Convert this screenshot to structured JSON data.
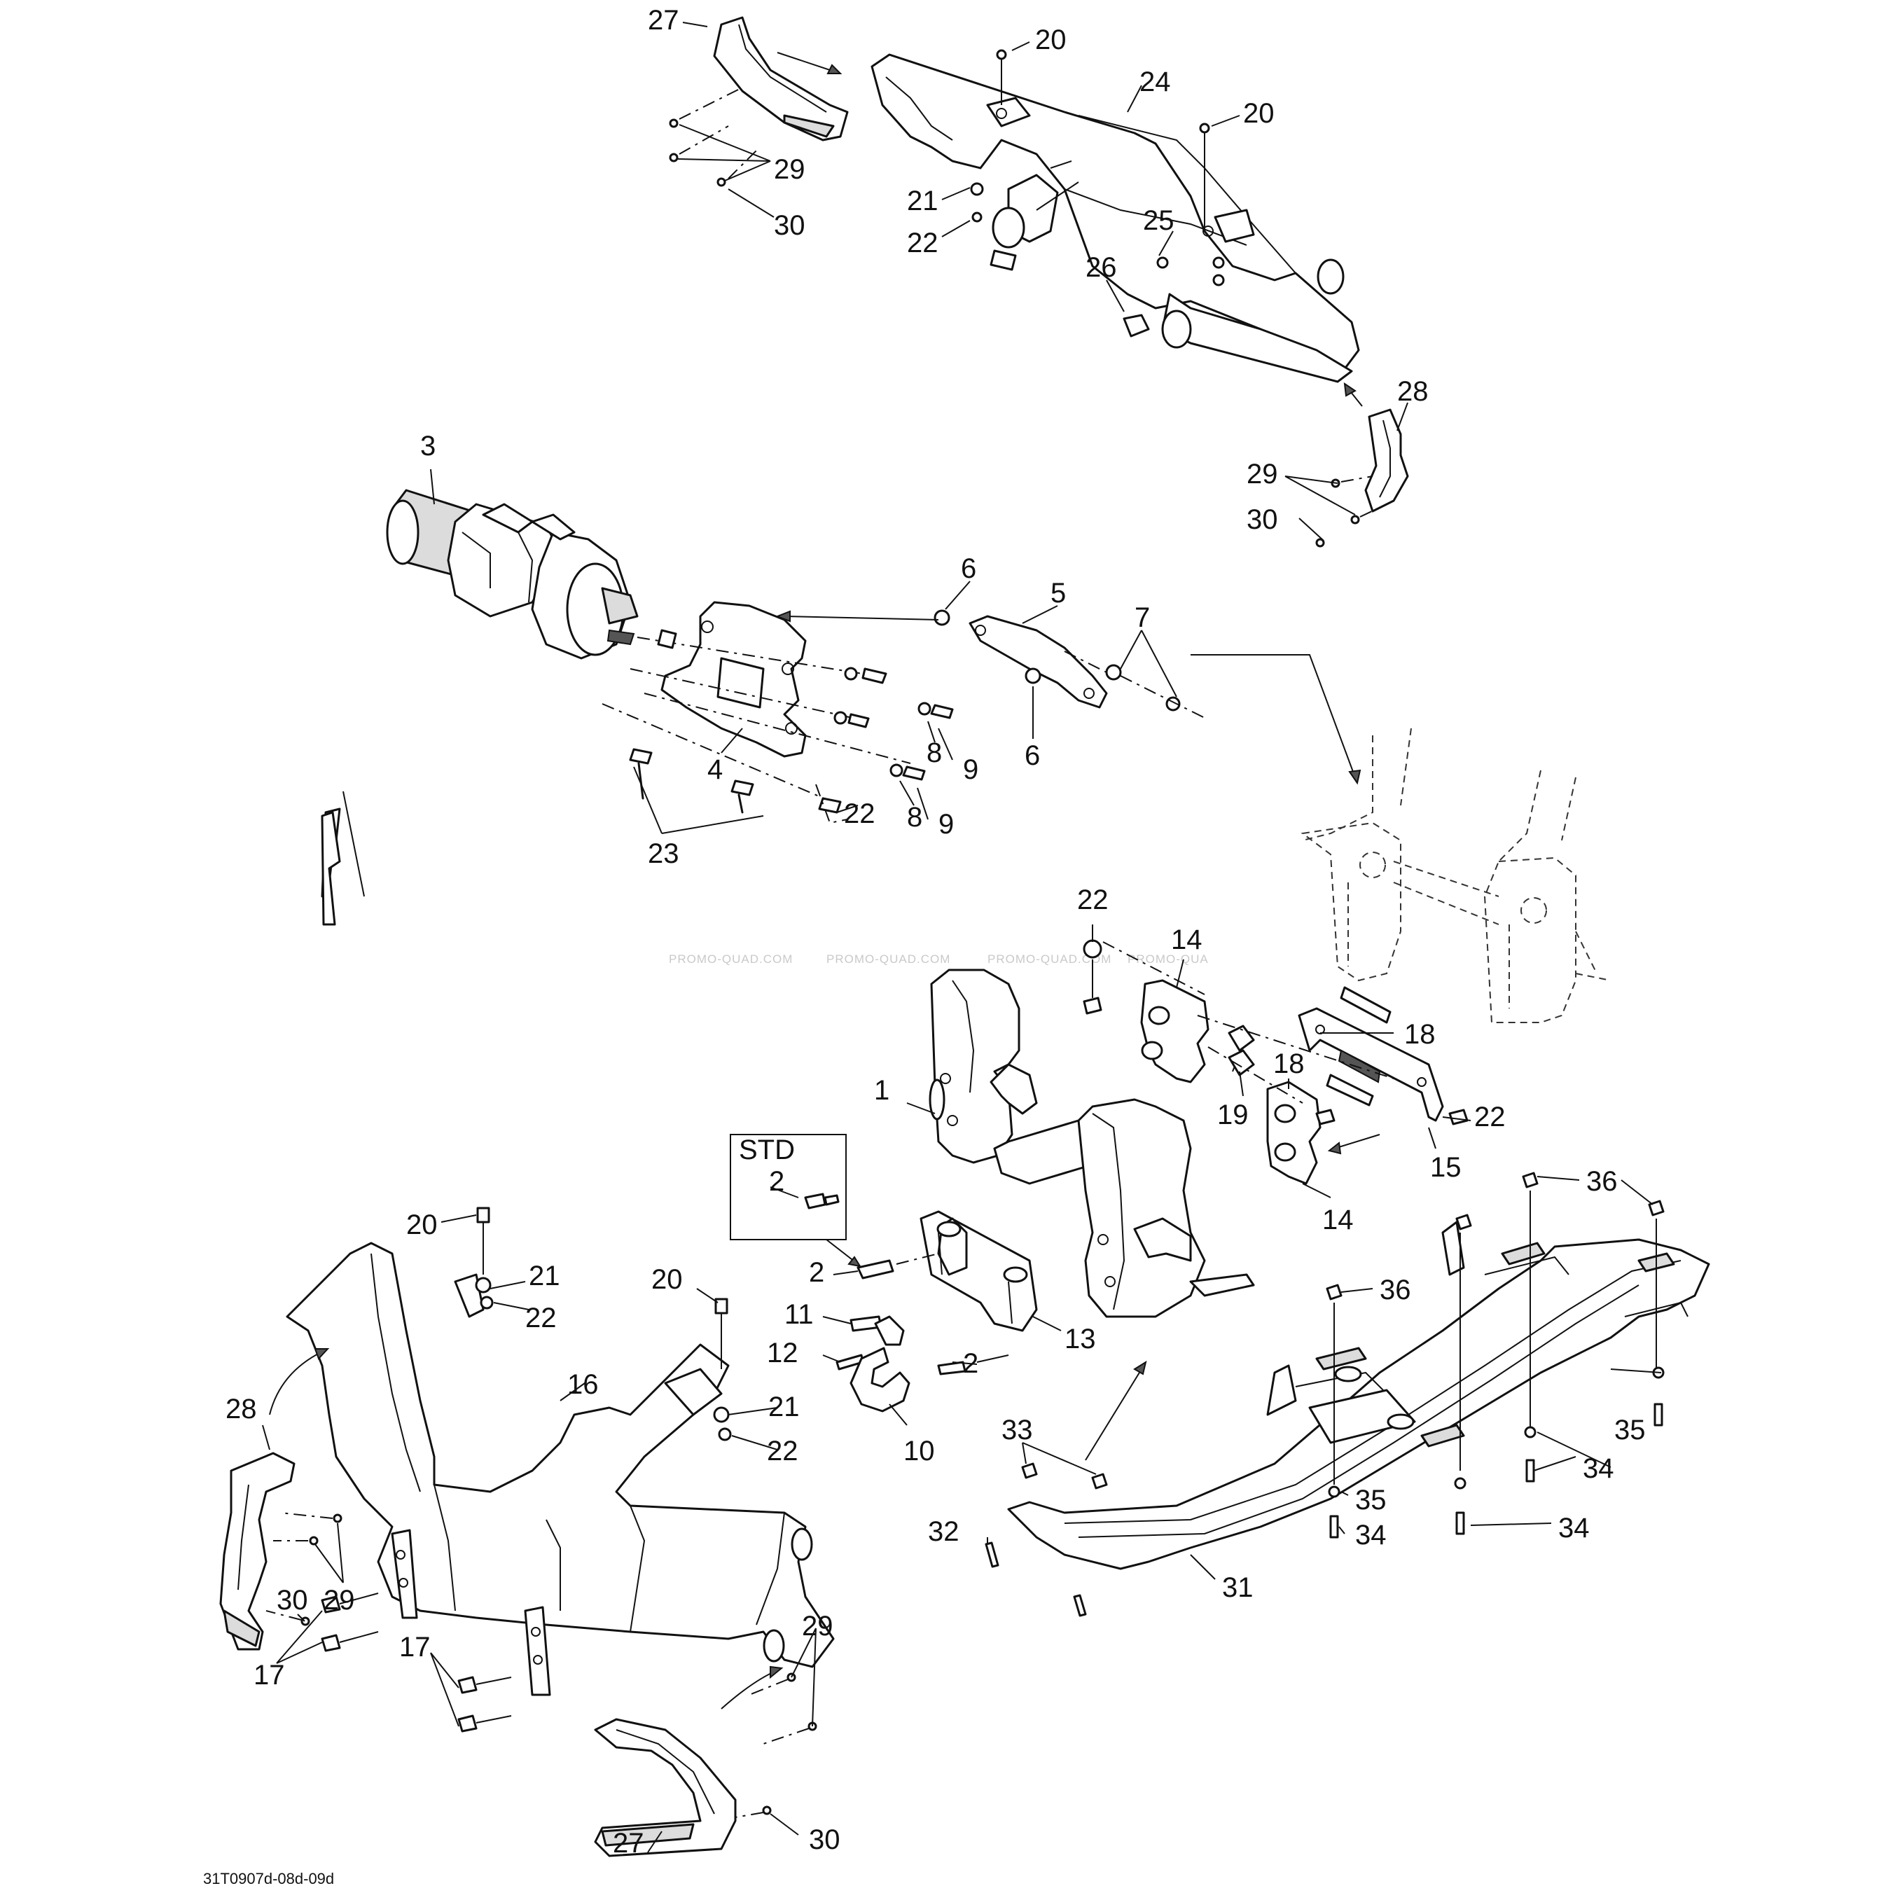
{
  "callouts": {
    "c1": "1",
    "c2a": "2",
    "c2b": "2",
    "c2c": "2",
    "c3": "3",
    "c4": "4",
    "c5": "5",
    "c6a": "6",
    "c6b": "6",
    "c7": "7",
    "c8a": "8",
    "c8b": "8",
    "c9a": "9",
    "c9b": "9",
    "c10": "10",
    "c11": "11",
    "c12": "12",
    "c13": "13",
    "c14a": "14",
    "c14b": "14",
    "c15": "15",
    "c16": "16",
    "c17a": "17",
    "c17b": "17",
    "c18a": "18",
    "c18b": "18",
    "c19": "19",
    "c20a": "20",
    "c20b": "20",
    "c20c": "20",
    "c20d": "20",
    "c21a": "21",
    "c21b": "21",
    "c21c": "21",
    "c22a": "22",
    "c22b": "22",
    "c22c": "22",
    "c22d": "22",
    "c22e": "22",
    "c22f": "22",
    "c23": "23",
    "c24": "24",
    "c25": "25",
    "c26": "26",
    "c27a": "27",
    "c27b": "27",
    "c28a": "28",
    "c28b": "28",
    "c29a": "29",
    "c29b": "29",
    "c29c": "29",
    "c29d": "29",
    "c30a": "30",
    "c30b": "30",
    "c30c": "30",
    "c30d": "30",
    "c31": "31",
    "c32": "32",
    "c33": "33",
    "c34a": "34",
    "c34b": "34",
    "c34c": "34",
    "c35a": "35",
    "c35b": "35",
    "c36a": "36",
    "c36b": "36"
  },
  "std_label": "STD",
  "watermarks": [
    "PROMO-QUAD.COM",
    "PROMO-QUAD.COM",
    "PROMO-QUAD.COM",
    "PROMO-QUA"
  ],
  "drawing_code": "31T0907d-08d-09d"
}
